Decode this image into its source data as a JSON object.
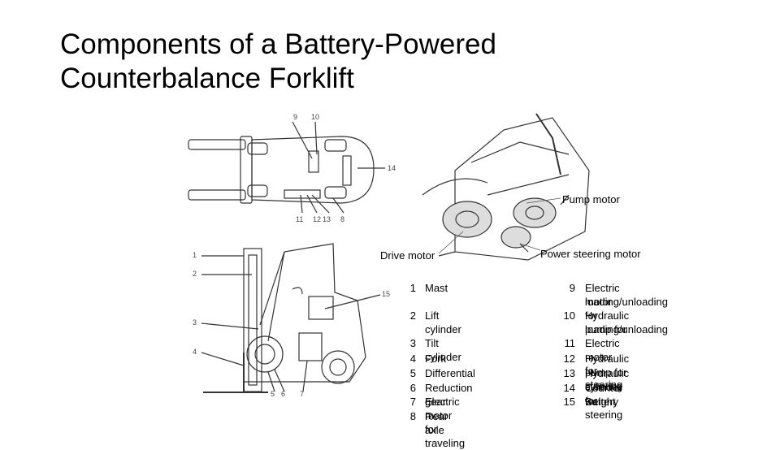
{
  "title": {
    "line1": "Components of a Battery-Powered",
    "line2": "Counterbalance Forklift"
  },
  "callouts": {
    "pump_motor": "Pump motor",
    "drive_motor": "Drive motor",
    "power_steering_motor": "Power steering motor"
  },
  "top_view_numbers": {
    "n9": "9",
    "n10": "10",
    "n14": "14",
    "n11": "11",
    "n12": "12",
    "n13": "13",
    "n8": "8"
  },
  "side_view_numbers": {
    "n1": "1",
    "n2": "2",
    "n3": "3",
    "n4": "4",
    "n5": "5",
    "n6": "6",
    "n7": "7",
    "n15": "15"
  },
  "legend_left": [
    {
      "n": "1",
      "text": "Mast"
    },
    {
      "n": "2",
      "text": "Lift cylinder"
    },
    {
      "n": "3",
      "text": "Tilt cylinder"
    },
    {
      "n": "4",
      "text": "Fork"
    },
    {
      "n": "5",
      "text": "Differential"
    },
    {
      "n": "6",
      "text": "Reduction gear"
    },
    {
      "n": "7",
      "text": "Electric motor for traveling"
    },
    {
      "n": "8",
      "text": "Rear axle"
    }
  ],
  "legend_right": [
    {
      "n": "9",
      "line1": "Electric motor for",
      "line2": "loading/unloading"
    },
    {
      "n": "10",
      "line1": "Hydraulic pump for",
      "line2": "loading/unloading"
    },
    {
      "n": "11",
      "line1": "Electric motor for steering"
    },
    {
      "n": "12",
      "line1": "Hydraulic pump for steering"
    },
    {
      "n": "13",
      "line1": "Hydraulic cylinder for steering"
    },
    {
      "n": "14",
      "line1": "Counter weight"
    },
    {
      "n": "15",
      "line1": "Battery"
    }
  ]
}
